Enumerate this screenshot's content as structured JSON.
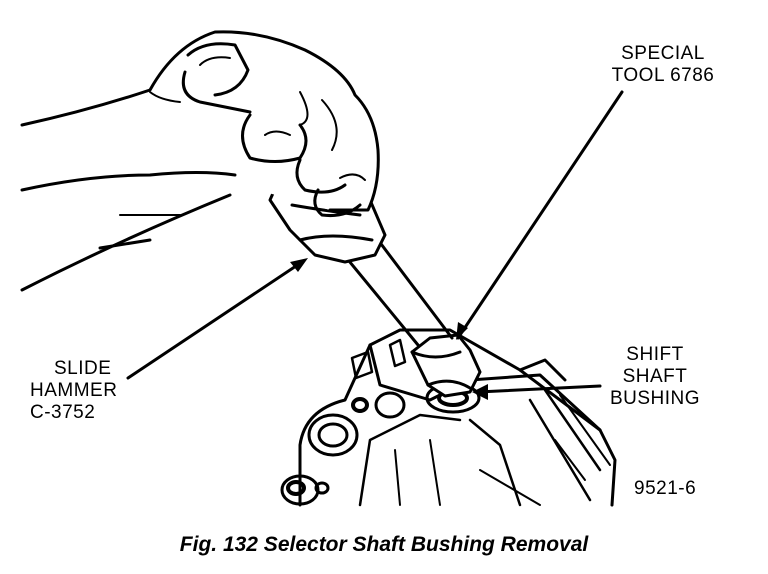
{
  "labels": {
    "special_tool": [
      "SPECIAL",
      "TOOL 6786"
    ],
    "slide_hammer": [
      "SLIDE",
      "HAMMER",
      "C-3752"
    ],
    "shift_shaft_bushing": [
      "SHIFT",
      "SHAFT",
      "BUSHING"
    ],
    "figure_number": "9521-6"
  },
  "caption": "Fig. 132 Selector Shaft Bushing Removal",
  "colors": {
    "ink": "#000000",
    "paper": "#ffffff"
  }
}
